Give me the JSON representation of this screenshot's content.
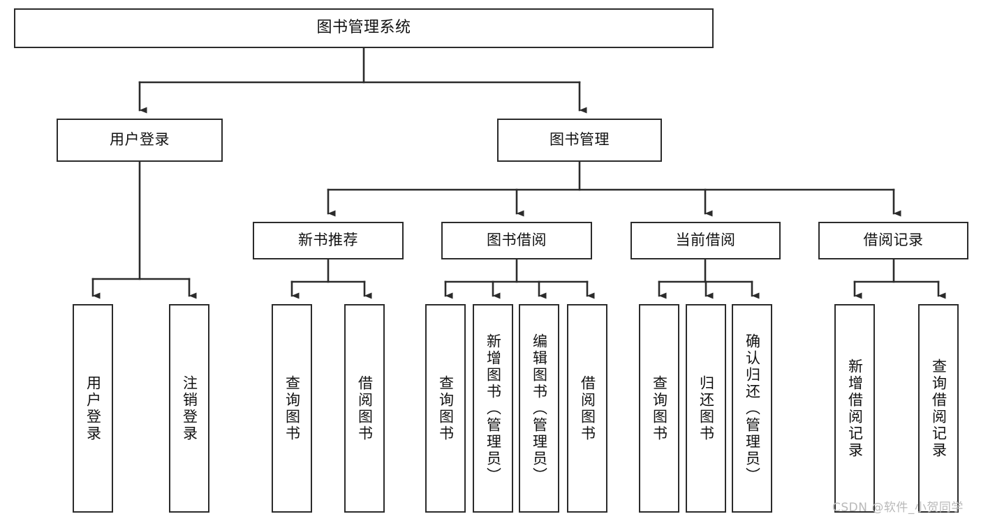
{
  "diagram": {
    "type": "tree-hierarchy",
    "title": "图书管理系统",
    "watermark": "CSDN @软件_小贺同学",
    "colors": {
      "background": "#ffffff",
      "box_border": "#2b2b2b",
      "box_fill": "#ffffff",
      "connector": "#2b2b2b",
      "text": "#111111",
      "watermark": "#b9b9b9"
    },
    "nodes": {
      "root": {
        "label": "图书管理系统"
      },
      "level2": [
        {
          "label": "用户登录"
        },
        {
          "label": "图书管理"
        }
      ],
      "level3": [
        {
          "label": "新书推荐"
        },
        {
          "label": "图书借阅"
        },
        {
          "label": "当前借阅"
        },
        {
          "label": "借阅记录"
        }
      ],
      "leaves": {
        "user_login": [
          {
            "label": "用户登录"
          },
          {
            "label": "注销登录"
          }
        ],
        "new_book": [
          {
            "label": "查询图书"
          },
          {
            "label": "借阅图书"
          }
        ],
        "book_borrow": [
          {
            "label": "查询图书"
          },
          {
            "label": "新增图书（管理员）"
          },
          {
            "label": "编辑图书（管理员）"
          },
          {
            "label": "借阅图书"
          }
        ],
        "current_borrow": [
          {
            "label": "查询图书"
          },
          {
            "label": "归还图书"
          },
          {
            "label": "确认归还（管理员）"
          }
        ],
        "borrow_record": [
          {
            "label": "新增借阅记录"
          },
          {
            "label": "查询借阅记录"
          }
        ]
      }
    }
  }
}
